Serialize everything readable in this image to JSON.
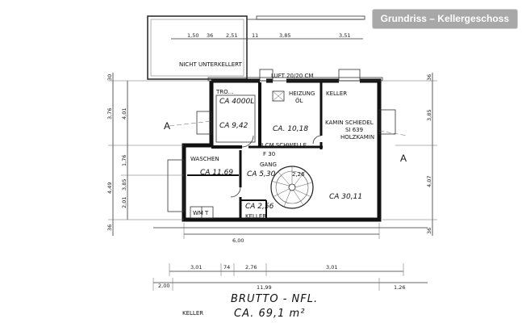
{
  "badge": {
    "title": "Grundriss – Kellergeschoss"
  },
  "top_area": {
    "label": "NICHT UNTERKELLERT",
    "dims": [
      "1,50",
      "36",
      "2,51",
      "11",
      "3,85",
      "3,51"
    ]
  },
  "rooms": {
    "r1_top": "TRO…",
    "r1_area": "CA 4000L",
    "r1_area2": "CA 9,42",
    "heizung": "HEIZUNG",
    "oel": "ÖL",
    "heizung_area": "CA. 10,18",
    "keller_tr": "KELLER",
    "kamin": "KAMIN  SCHIEDEL",
    "kamin_si": "SI 639",
    "kamin_hand": "HOLZKAMIN",
    "luft": "LUFT 20/20 CM",
    "schwelle": "8 CM SCHWELLE",
    "f30": "F 30",
    "waschen": "WASCHEN",
    "waschen_area": "CA 11,69",
    "gang": "GANG",
    "gang_area": "CA 5,30",
    "stair_dim": "2,26",
    "wm": "WM",
    "t": "T",
    "keller_small": "KELLER",
    "keller_small_area": "CA 2,56",
    "keller_main_area": "CA 30,11"
  },
  "section_marks": {
    "left": "A",
    "right": "A"
  },
  "left_dims": [
    "30",
    "3,76",
    "4,01",
    "1,76",
    "4,49",
    "3,85",
    "2,01",
    "36"
  ],
  "right_dims": [
    "36",
    "3,85",
    "4,07",
    "36"
  ],
  "bottom_dims": {
    "row1": "6,00",
    "row2": [
      "3,01",
      "74",
      "2,76",
      "3,01"
    ],
    "row3": [
      "2,00",
      "11,99",
      "1,26"
    ]
  },
  "footer": {
    "brutto": "BRUTTO - NFL.",
    "area": "CA. 69,1 m²",
    "keller": "KELLER"
  }
}
